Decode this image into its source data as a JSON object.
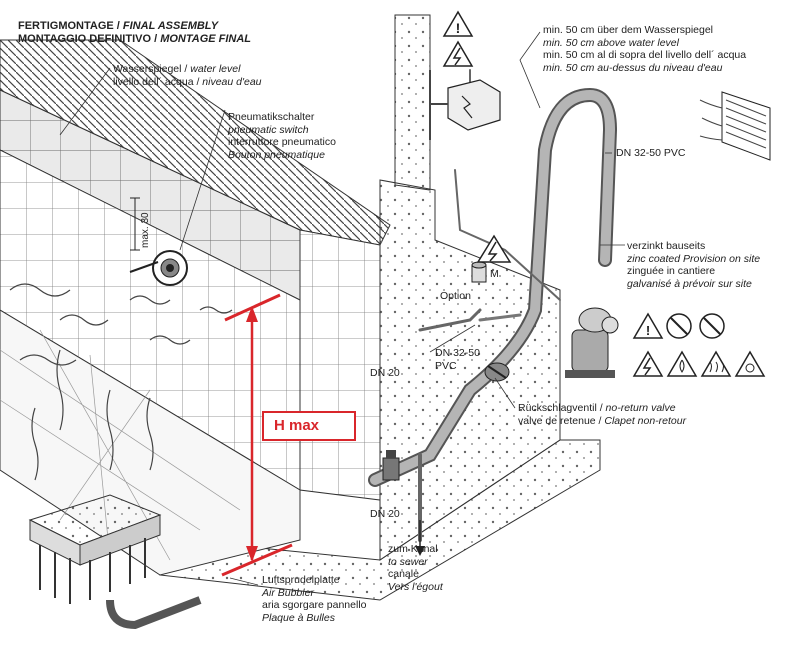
{
  "title": {
    "line1_plain": "FERTIGMONTAGE / ",
    "line1_italic": "FINAL ASSEMBLY",
    "line2_plain": "MONTAGGIO DEFINITIVO / ",
    "line2_italic": "MONTAGE FINAL"
  },
  "water_level": {
    "de": "Wasserspiegel / ",
    "en": "water level",
    "it": "livello dell´ acqua / ",
    "fr": "niveau d'eau"
  },
  "pneumatic_switch": {
    "de": "Pneumatikschalter",
    "en": "pneumatic switch",
    "it": "interruttore pneumatico",
    "fr": "Bouton pneumatique"
  },
  "height_note": {
    "de": "min. 50  cm über dem Wasserspiegel",
    "en": "min. 50 cm above water level",
    "it": "min. 50 cm al di sopra del livello dell´ acqua",
    "fr": "min. 50 cm au-dessus du niveau d'eau"
  },
  "pipe_main": "DN 32-50 PVC",
  "zinc": {
    "de": "verzinkt bauseits",
    "en": "zinc coated Provision on site",
    "it": "zinguée in cantiere",
    "fr": "galvanisé à prévoir sur site"
  },
  "motor_label": "M",
  "option_label": "Option",
  "pipe_dn32": {
    "line1": "DN 32-50",
    "line2": "PVC"
  },
  "dn20_top": "DN 20",
  "dn20_bottom": "DN 20",
  "return_valve": {
    "de": "Rückschlagventil / ",
    "en": "no-return valve",
    "it": "valve de retenue / ",
    "fr": "Clapet non-retour"
  },
  "sewer": {
    "de": "zum Kanal",
    "en": "to sewer",
    "it": "canale",
    "fr": "Vers l'égout"
  },
  "air_bubbler": {
    "de": "Luftsprudelplatte",
    "en": "Air Bubbler",
    "it": "aria sgorgare pannello",
    "fr": "Plaque à Bulles"
  },
  "max_dim": "max. 30",
  "hmax_label": "H max",
  "colors": {
    "accent": "#d9262b",
    "line": "#333333",
    "tile": "#8a8a8a"
  }
}
